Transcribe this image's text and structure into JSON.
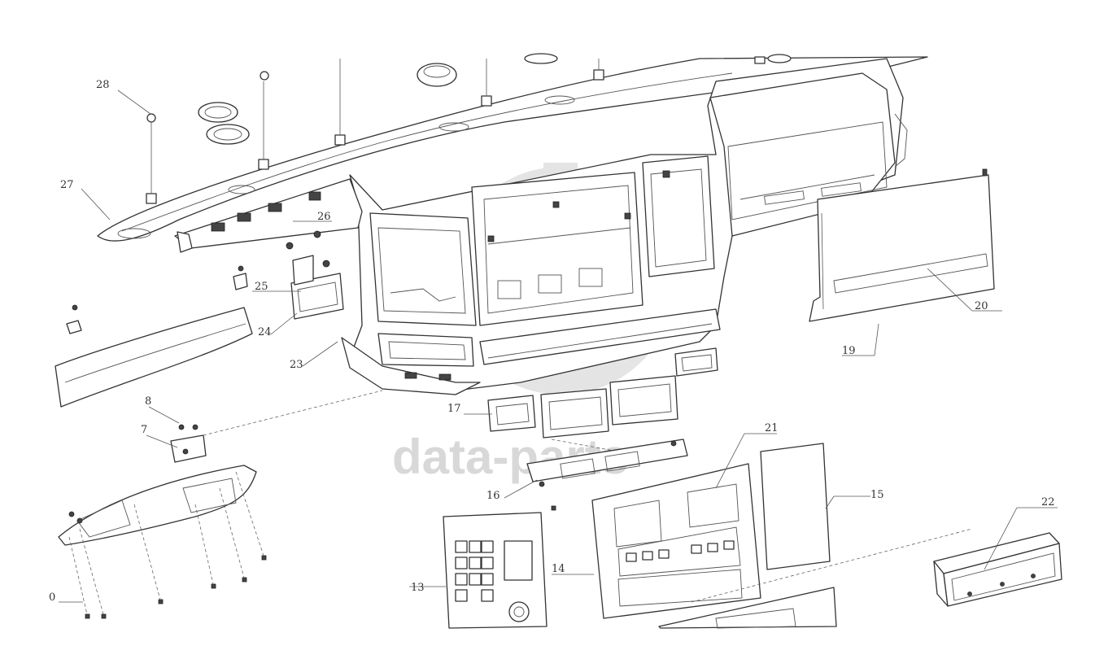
{
  "diagram": {
    "callouts": [
      {
        "id": "c1",
        "text": "28"
      },
      {
        "id": "c2",
        "text": "27"
      },
      {
        "id": "c3",
        "text": "26"
      },
      {
        "id": "c4",
        "text": "25"
      },
      {
        "id": "c5",
        "text": "24"
      },
      {
        "id": "c6",
        "text": "23"
      },
      {
        "id": "c7",
        "text": "8"
      },
      {
        "id": "c8",
        "text": "7"
      },
      {
        "id": "c9",
        "text": "0"
      },
      {
        "id": "c10",
        "text": "17"
      },
      {
        "id": "c11",
        "text": "16"
      },
      {
        "id": "c12",
        "text": "21"
      },
      {
        "id": "c13",
        "text": "15"
      },
      {
        "id": "c14",
        "text": "14"
      },
      {
        "id": "c15",
        "text": "13"
      },
      {
        "id": "c16",
        "text": "22"
      },
      {
        "id": "c17",
        "text": "20"
      },
      {
        "id": "c18",
        "text": "19"
      }
    ],
    "watermark": {
      "text": "data-parts",
      "color": "#cfcfcf"
    },
    "line_color": "#333333",
    "background": "#ffffff"
  }
}
